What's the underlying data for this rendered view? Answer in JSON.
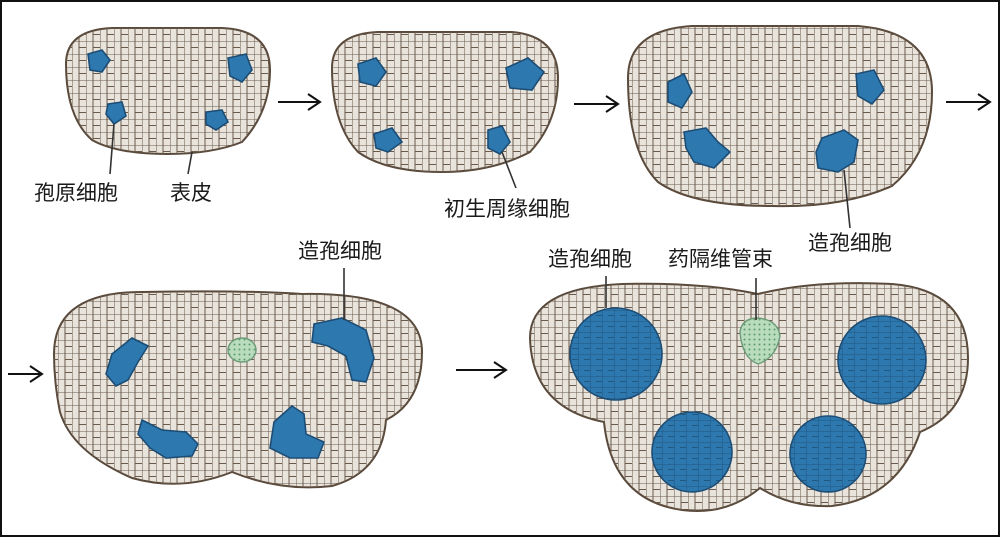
{
  "labels": {
    "archesporial": "孢原细胞",
    "epidermis": "表皮",
    "primary_parietal": "初生周缘细胞",
    "sporogenous_1": "造孢细胞",
    "sporogenous_2": "造孢细胞",
    "sporogenous_3": "造孢细胞",
    "vascular_bundle": "药隔维管束"
  },
  "colors": {
    "tissue": "#e8e4dc",
    "cell_wall": "#5a4a3c",
    "sporogenous": "#2e78b0",
    "vascular": "#b9dcbf"
  }
}
